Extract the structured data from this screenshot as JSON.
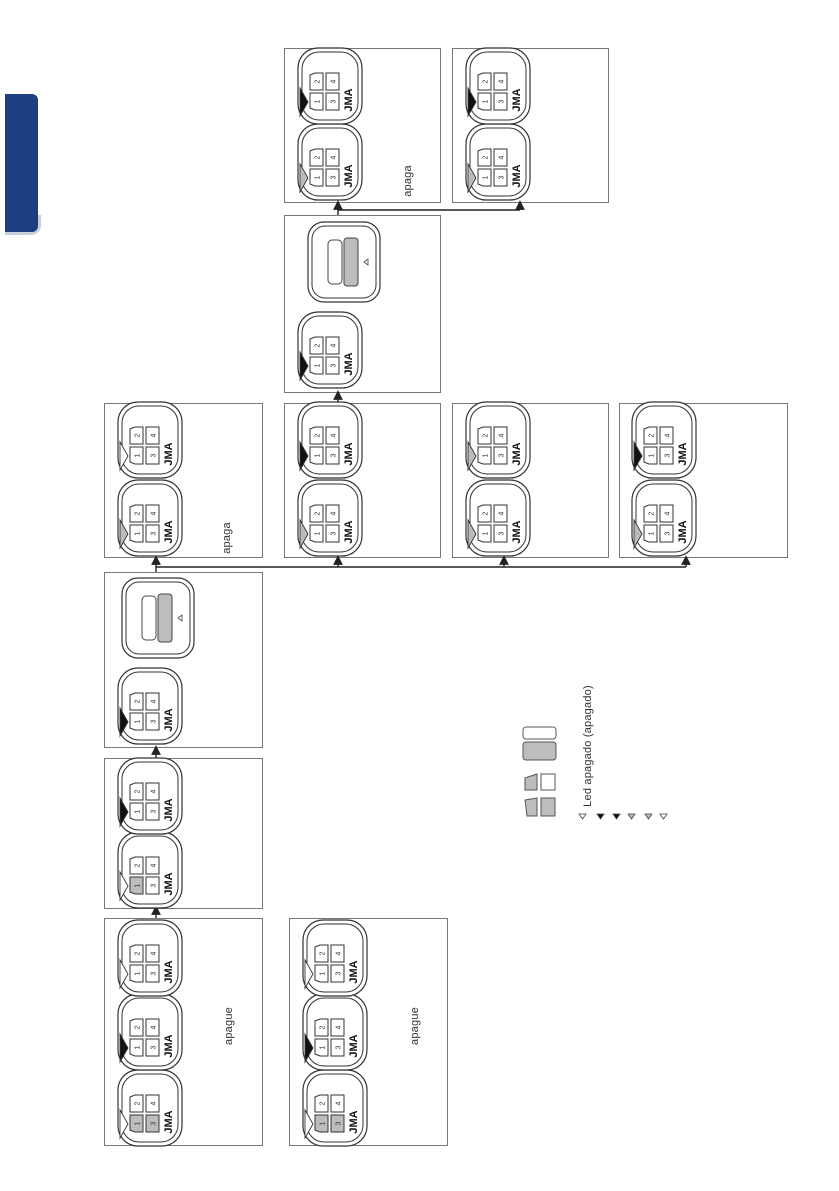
{
  "labels": {
    "apague_1": "apague",
    "apague_2": "apague",
    "apaga_1": "apaga",
    "apaga_2": "apaga",
    "legend_led": "Led apagado (apagado)"
  },
  "remote": {
    "brand": "JMA",
    "buttons": [
      "1",
      "2",
      "3",
      "4"
    ]
  },
  "colors": {
    "tab": "#1d3f82",
    "lit_button": "#bdbdbd",
    "outline": "#333333"
  }
}
